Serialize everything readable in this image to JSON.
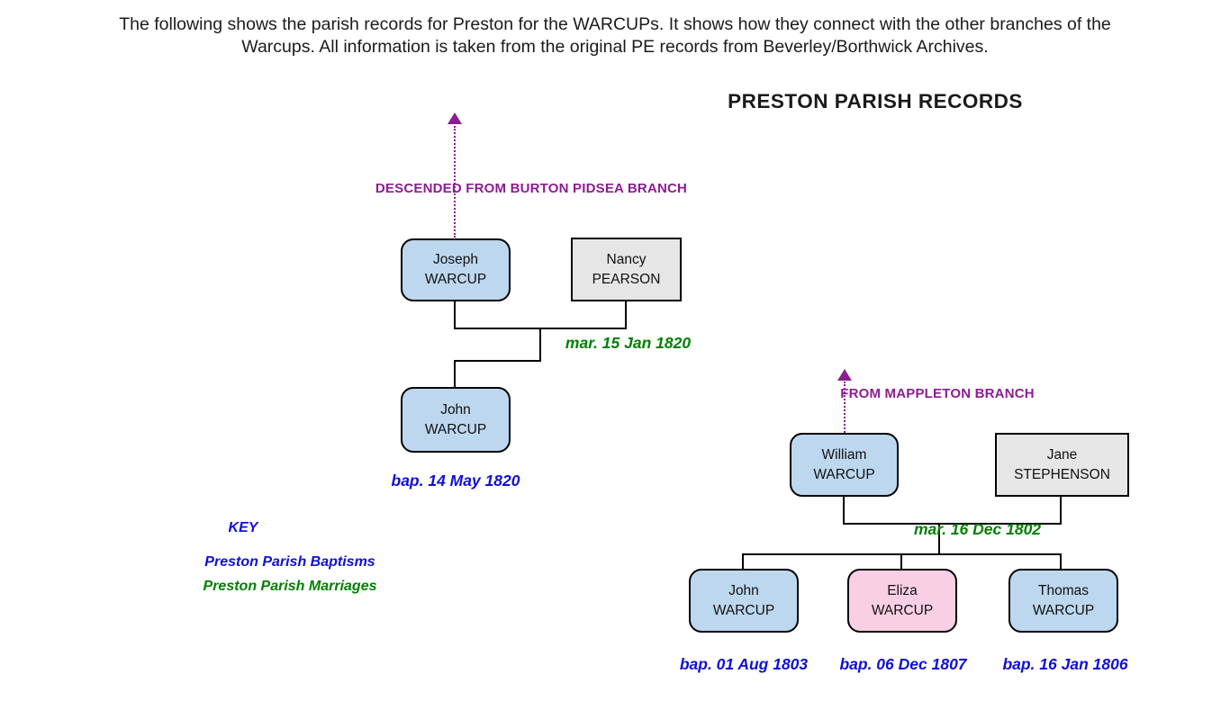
{
  "header": {
    "line1": "The following shows the parish records for Preston for the WARCUPs. It shows how they connect with the other branches of the",
    "line2": "Warcups. All information is taken from the original PE records from Beverley/Borthwick Archives."
  },
  "title": "PRESTON PARISH RECORDS",
  "annotations": {
    "left_branch": "DESCENDED FROM BURTON PIDSEA BRANCH",
    "right_branch": "FROM MAPPLETON BRANCH"
  },
  "family1": {
    "father": {
      "first_name": "Joseph",
      "surname": "WARCUP"
    },
    "mother": {
      "first_name": "Nancy",
      "surname": "PEARSON"
    },
    "marriage_date": "mar. 15 Jan 1820",
    "children": [
      {
        "first_name": "John",
        "surname": "WARCUP",
        "baptism_date": "bap. 14 May 1820"
      }
    ]
  },
  "family2": {
    "father": {
      "first_name": "William",
      "surname": "WARCUP"
    },
    "mother": {
      "first_name": "Jane",
      "surname": "STEPHENSON"
    },
    "marriage_date": "mar. 16 Dec 1802",
    "children": [
      {
        "first_name": "John",
        "surname": "WARCUP",
        "baptism_date": "bap. 01 Aug 1803"
      },
      {
        "first_name": "Eliza",
        "surname": "WARCUP",
        "baptism_date": "bap. 06 Dec 1807"
      },
      {
        "first_name": "Thomas",
        "surname": "WARCUP",
        "baptism_date": "bap. 16 Jan 1806"
      }
    ]
  },
  "key": {
    "title": "KEY",
    "baptisms_label": "Preston Parish Baptisms",
    "marriages_label": "Preston Parish Marriages"
  },
  "colors": {
    "warcup_box": "#BDD7EE",
    "female_warcup_box": "#F9CFE3",
    "spouse_box": "#E7E6E6",
    "baptism_text": "#0F0FD8",
    "marriage_text": "#008000",
    "branch_text": "#8C1D91"
  }
}
